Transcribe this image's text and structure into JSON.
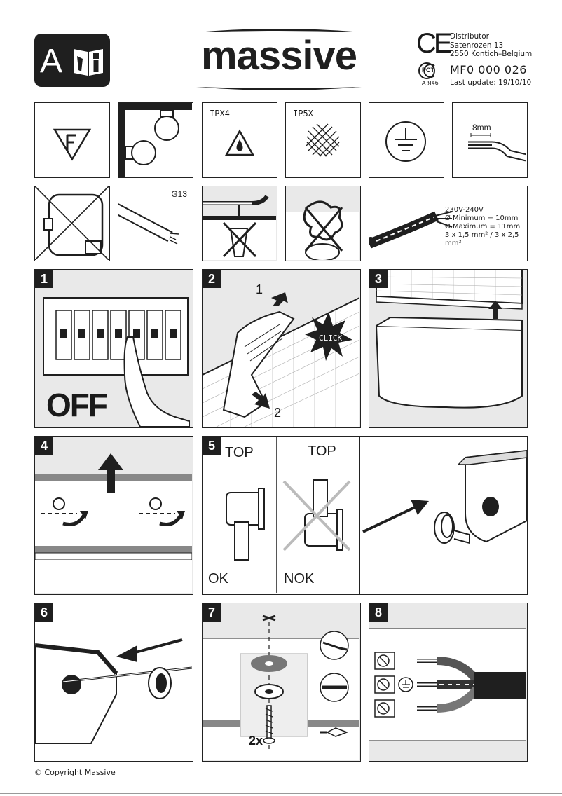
{
  "header": {
    "badge_letter": "A",
    "brand": "massive",
    "distributor_lines": [
      "Distributor",
      "Satenrozen 13",
      "2550 Kontich–Belgium"
    ],
    "ce_mark": "CE",
    "pct_mark": "PCT",
    "pct_code": "A Я46",
    "model": "MF0 000 026",
    "last_update": "Last update: 19/10/10"
  },
  "specs": {
    "ipx4": "IPX4",
    "ip5x": "IP5X",
    "strip": "8mm",
    "tube": "G13",
    "cable_lines": [
      "230V-240V",
      "Ø Minimum = 10mm",
      "Ø Maximum = 11mm",
      "3 x 1,5 mm² / 3 x 2,5 mm²"
    ]
  },
  "steps": {
    "s1": {
      "num": "1",
      "text": "OFF"
    },
    "s2": {
      "num": "2",
      "click": "CLICK",
      "a1": "1",
      "a2": "2"
    },
    "s3": {
      "num": "3"
    },
    "s4": {
      "num": "4"
    },
    "s5": {
      "num": "5",
      "top_ok": "TOP",
      "top_nok": "TOP",
      "ok": "OK",
      "nok": "NOK"
    },
    "s6": {
      "num": "6"
    },
    "s7": {
      "num": "7",
      "count": "2x"
    },
    "s8": {
      "num": "8"
    }
  },
  "footer": {
    "copyright": "© Copyright Massive"
  }
}
